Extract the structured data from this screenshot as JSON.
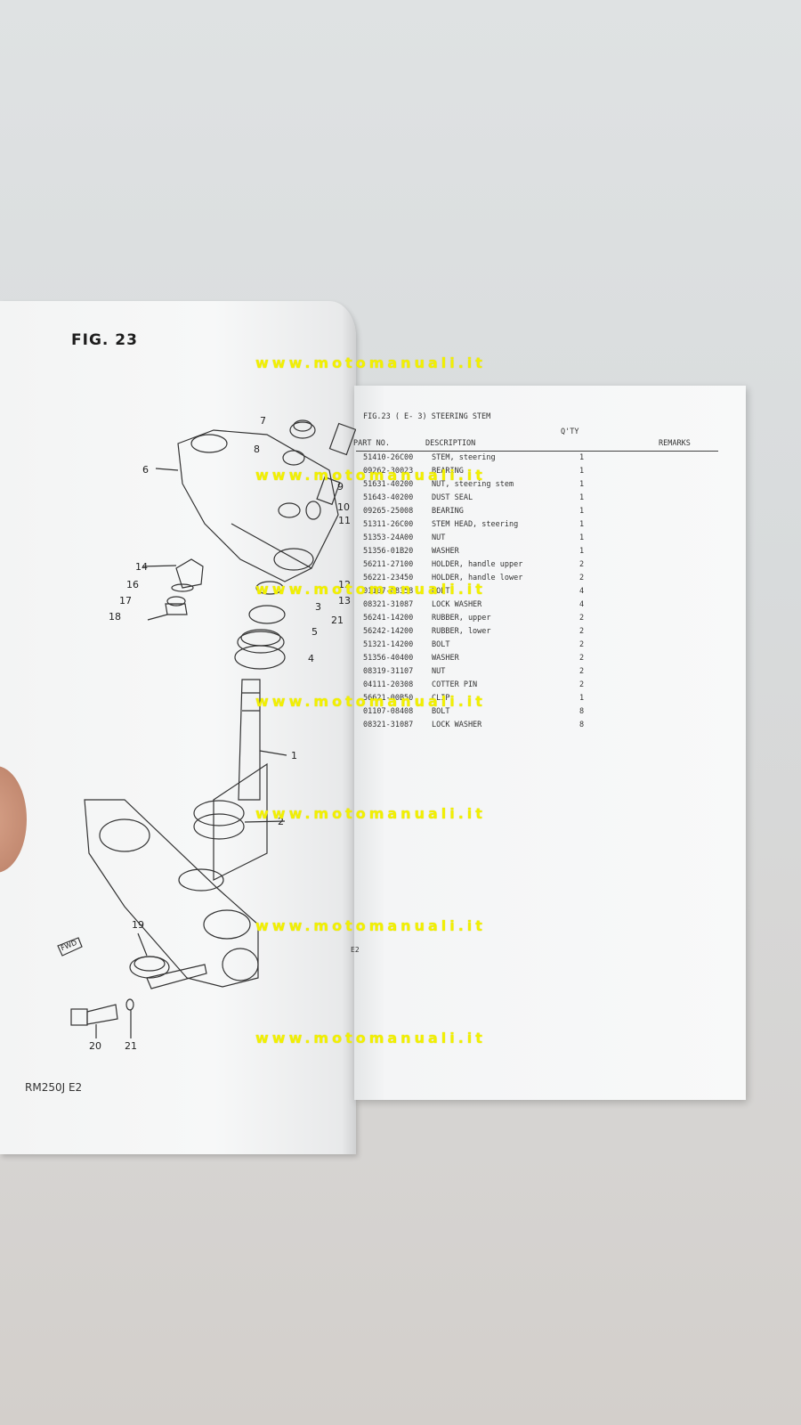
{
  "left_page": {
    "figure_title": "FIG. 23",
    "model_code": "RM250J E2",
    "fwd_label": "FWD",
    "callouts": [
      "7",
      "8",
      "6",
      "9",
      "10",
      "11",
      "14",
      "16",
      "17",
      "18",
      "12",
      "13",
      "3",
      "5",
      "4",
      "21",
      "1",
      "2",
      "19",
      "20",
      "21"
    ]
  },
  "right_page": {
    "header": "FIG.23 (  E- 3) STEERING STEM",
    "qty_label": "Q'TY",
    "columns": {
      "part_no": "PART NO.",
      "description": "DESCRIPTION",
      "remarks": "REMARKS"
    },
    "parts": [
      {
        "part_no": "51410-26C00",
        "description": "STEM, steering",
        "qty": "1"
      },
      {
        "part_no": "09262-30023",
        "description": "BEARING",
        "qty": "1"
      },
      {
        "part_no": "51631-40200",
        "description": "NUT, steering stem",
        "qty": "1"
      },
      {
        "part_no": "51643-40200",
        "description": "DUST SEAL",
        "qty": "1"
      },
      {
        "part_no": "09265-25008",
        "description": "BEARING",
        "qty": "1"
      },
      {
        "part_no": "51311-26C00",
        "description": "STEM HEAD, steering",
        "qty": "1"
      },
      {
        "part_no": "51353-24A00",
        "description": "NUT",
        "qty": "1"
      },
      {
        "part_no": "51356-01B20",
        "description": "WASHER",
        "qty": "1"
      },
      {
        "part_no": "56211-27100",
        "description": "HOLDER, handle upper",
        "qty": "2"
      },
      {
        "part_no": "56221-23450",
        "description": "HOLDER, handle lower",
        "qty": "2"
      },
      {
        "part_no": "01107-08358",
        "description": "BOLT",
        "qty": "4"
      },
      {
        "part_no": "08321-31087",
        "description": "LOCK WASHER",
        "qty": "4"
      },
      {
        "part_no": "56241-14200",
        "description": "RUBBER, upper",
        "qty": "2"
      },
      {
        "part_no": "56242-14200",
        "description": "RUBBER, lower",
        "qty": "2"
      },
      {
        "part_no": "51321-14200",
        "description": "BOLT",
        "qty": "2"
      },
      {
        "part_no": "51356-40400",
        "description": "WASHER",
        "qty": "2"
      },
      {
        "part_no": "08319-31107",
        "description": "NUT",
        "qty": "2"
      },
      {
        "part_no": "04111-20308",
        "description": "COTTER PIN",
        "qty": "2"
      },
      {
        "part_no": "56621-00B50",
        "description": "CLIP",
        "qty": "1"
      },
      {
        "part_no": "01107-08408",
        "description": "BOLT",
        "qty": "8"
      },
      {
        "part_no": "08321-31087",
        "description": "LOCK WASHER",
        "qty": "8"
      }
    ],
    "page_code": "E2"
  },
  "watermarks": [
    "www.motomanuali.it",
    "www.motomanuali.it",
    "www.motomanuali.it",
    "www.motomanuali.it",
    "www.motomanuali.it",
    "www.motomanuali.it",
    "www.motomanuali.it"
  ],
  "colors": {
    "watermark": "#f2f000",
    "paper": "#f7f8f8",
    "ink": "#333333"
  }
}
